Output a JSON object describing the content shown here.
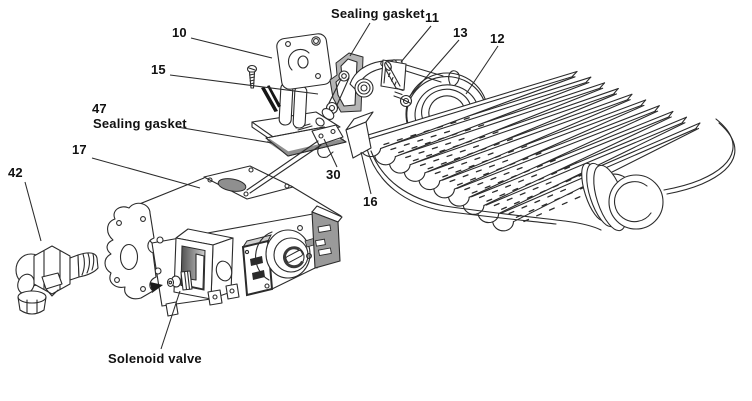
{
  "figure": {
    "kind": "exploded parts diagram"
  },
  "colors": {
    "line": "#2b2b2b",
    "label_text": "#111111",
    "gasket_gray": "#b5b5b5",
    "panel_gray": "#9a9a9a",
    "shadow_gray": "#8f8f8f",
    "background": "#ffffff"
  },
  "callouts": {
    "part10": {
      "label": "10"
    },
    "part11": {
      "label": "11"
    },
    "part12": {
      "label": "12"
    },
    "part13": {
      "label": "13"
    },
    "part15": {
      "label": "15"
    },
    "part16": {
      "label": "16"
    },
    "part17": {
      "label": "17"
    },
    "part30": {
      "label": "30"
    },
    "part42": {
      "label": "42"
    },
    "part47": {
      "label": "47"
    },
    "sealing_gasket_top": {
      "label": "Sealing gasket"
    },
    "sealing_gasket_mid": {
      "label": "Sealing gasket"
    },
    "solenoid_valve": {
      "label": "Solenoid valve"
    }
  }
}
